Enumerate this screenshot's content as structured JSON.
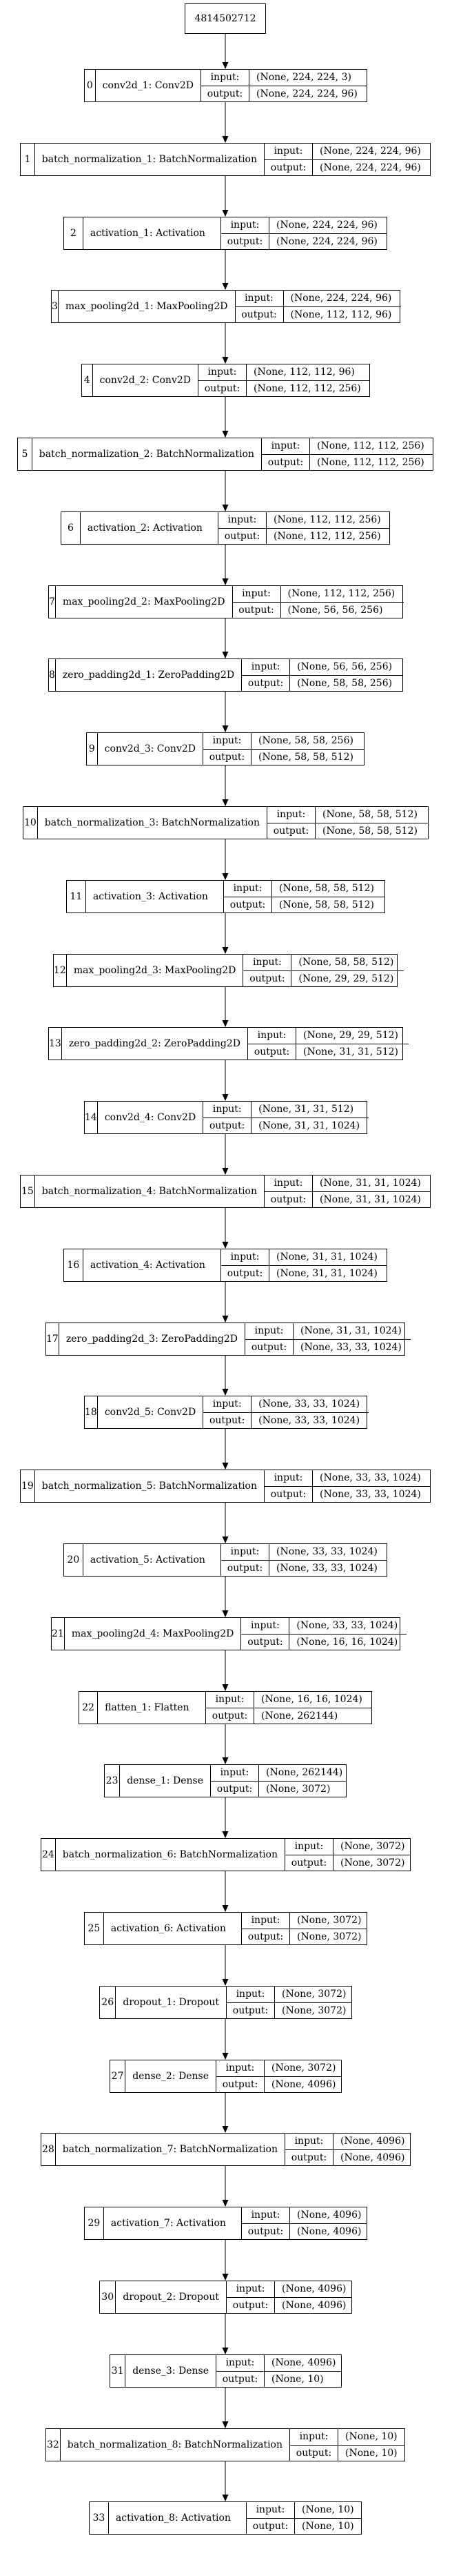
{
  "root": {
    "label": "4814502712"
  },
  "labels": {
    "input": "input:",
    "output": "output:"
  },
  "layers": [
    {
      "index": "0",
      "name": "conv2d_1: Conv2D",
      "input": "(None, 224, 224, 3)",
      "output": "(None, 224, 224, 96)"
    },
    {
      "index": "1",
      "name": "batch_normalization_1: BatchNormalization",
      "input": "(None, 224, 224, 96)",
      "output": "(None, 224, 224, 96)"
    },
    {
      "index": "2",
      "name": "activation_1: Activation",
      "input": "(None, 224, 224, 96)",
      "output": "(None, 224, 224, 96)"
    },
    {
      "index": "3",
      "name": "max_pooling2d_1: MaxPooling2D",
      "input": "(None, 224, 224, 96)",
      "output": "(None, 112, 112, 96)"
    },
    {
      "index": "4",
      "name": "conv2d_2: Conv2D",
      "input": "(None, 112, 112, 96)",
      "output": "(None, 112, 112, 256)"
    },
    {
      "index": "5",
      "name": "batch_normalization_2: BatchNormalization",
      "input": "(None, 112, 112, 256)",
      "output": "(None, 112, 112, 256)"
    },
    {
      "index": "6",
      "name": "activation_2: Activation",
      "input": "(None, 112, 112, 256)",
      "output": "(None, 112, 112, 256)"
    },
    {
      "index": "7",
      "name": "max_pooling2d_2: MaxPooling2D",
      "input": "(None, 112, 112, 256)",
      "output": "(None, 56, 56, 256)"
    },
    {
      "index": "8",
      "name": "zero_padding2d_1: ZeroPadding2D",
      "input": "(None, 56, 56, 256)",
      "output": "(None, 58, 58, 256)"
    },
    {
      "index": "9",
      "name": "conv2d_3: Conv2D",
      "input": "(None, 58, 58, 256)",
      "output": "(None, 58, 58, 512)"
    },
    {
      "index": "10",
      "name": "batch_normalization_3: BatchNormalization",
      "input": "(None, 58, 58, 512)",
      "output": "(None, 58, 58, 512)"
    },
    {
      "index": "11",
      "name": "activation_3: Activation",
      "input": "(None, 58, 58, 512)",
      "output": "(None, 58, 58, 512)"
    },
    {
      "index": "12",
      "name": "max_pooling2d_3: MaxPooling2D",
      "input": "(None, 58, 58, 512)",
      "output": "(None, 29, 29, 512)"
    },
    {
      "index": "13",
      "name": "zero_padding2d_2: ZeroPadding2D",
      "input": "(None, 29, 29, 512)",
      "output": "(None, 31, 31, 512)"
    },
    {
      "index": "14",
      "name": "conv2d_4: Conv2D",
      "input": "(None, 31, 31, 512)",
      "output": "(None, 31, 31, 1024)"
    },
    {
      "index": "15",
      "name": "batch_normalization_4: BatchNormalization",
      "input": "(None, 31, 31, 1024)",
      "output": "(None, 31, 31, 1024)"
    },
    {
      "index": "16",
      "name": "activation_4: Activation",
      "input": "(None, 31, 31, 1024)",
      "output": "(None, 31, 31, 1024)"
    },
    {
      "index": "17",
      "name": "zero_padding2d_3: ZeroPadding2D",
      "input": "(None, 31, 31, 1024)",
      "output": "(None, 33, 33, 1024)"
    },
    {
      "index": "18",
      "name": "conv2d_5: Conv2D",
      "input": "(None, 33, 33, 1024)",
      "output": "(None, 33, 33, 1024)"
    },
    {
      "index": "19",
      "name": "batch_normalization_5: BatchNormalization",
      "input": "(None, 33, 33, 1024)",
      "output": "(None, 33, 33, 1024)"
    },
    {
      "index": "20",
      "name": "activation_5: Activation",
      "input": "(None, 33, 33, 1024)",
      "output": "(None, 33, 33, 1024)"
    },
    {
      "index": "21",
      "name": "max_pooling2d_4: MaxPooling2D",
      "input": "(None, 33, 33, 1024)",
      "output": "(None, 16, 16, 1024)"
    },
    {
      "index": "22",
      "name": "flatten_1: Flatten",
      "input": "(None, 16, 16, 1024)",
      "output": "(None, 262144)"
    },
    {
      "index": "23",
      "name": "dense_1: Dense",
      "input": "(None, 262144)",
      "output": "(None, 3072)"
    },
    {
      "index": "24",
      "name": "batch_normalization_6: BatchNormalization",
      "input": "(None, 3072)",
      "output": "(None, 3072)"
    },
    {
      "index": "25",
      "name": "activation_6: Activation",
      "input": "(None, 3072)",
      "output": "(None, 3072)"
    },
    {
      "index": "26",
      "name": "dropout_1: Dropout",
      "input": "(None, 3072)",
      "output": "(None, 3072)"
    },
    {
      "index": "27",
      "name": "dense_2: Dense",
      "input": "(None, 3072)",
      "output": "(None, 4096)"
    },
    {
      "index": "28",
      "name": "batch_normalization_7: BatchNormalization",
      "input": "(None, 4096)",
      "output": "(None, 4096)"
    },
    {
      "index": "29",
      "name": "activation_7: Activation",
      "input": "(None, 4096)",
      "output": "(None, 4096)"
    },
    {
      "index": "30",
      "name": "dropout_2: Dropout",
      "input": "(None, 4096)",
      "output": "(None, 4096)"
    },
    {
      "index": "31",
      "name": "dense_3: Dense",
      "input": "(None, 4096)",
      "output": "(None, 10)"
    },
    {
      "index": "32",
      "name": "batch_normalization_8: BatchNormalization",
      "input": "(None, 10)",
      "output": "(None, 10)"
    },
    {
      "index": "33",
      "name": "activation_8: Activation",
      "input": "(None, 10)",
      "output": "(None, 10)"
    }
  ]
}
